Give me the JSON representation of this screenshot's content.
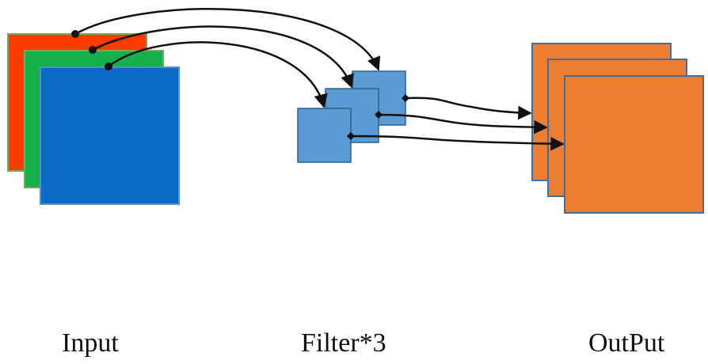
{
  "labels": {
    "input": "Input",
    "filter": "Filter*3",
    "output": "OutPut"
  },
  "colors": {
    "input_red": "#ff3b00",
    "input_green": "#14b04a",
    "input_blue": "#0a6ac4",
    "input_border": "#7aa55a",
    "filter_fill": "#5b9bd5",
    "filter_border": "#2e5f8f",
    "output_fill": "#ed7d31",
    "output_border": "#3f6fa0",
    "arrow": "#111111"
  }
}
